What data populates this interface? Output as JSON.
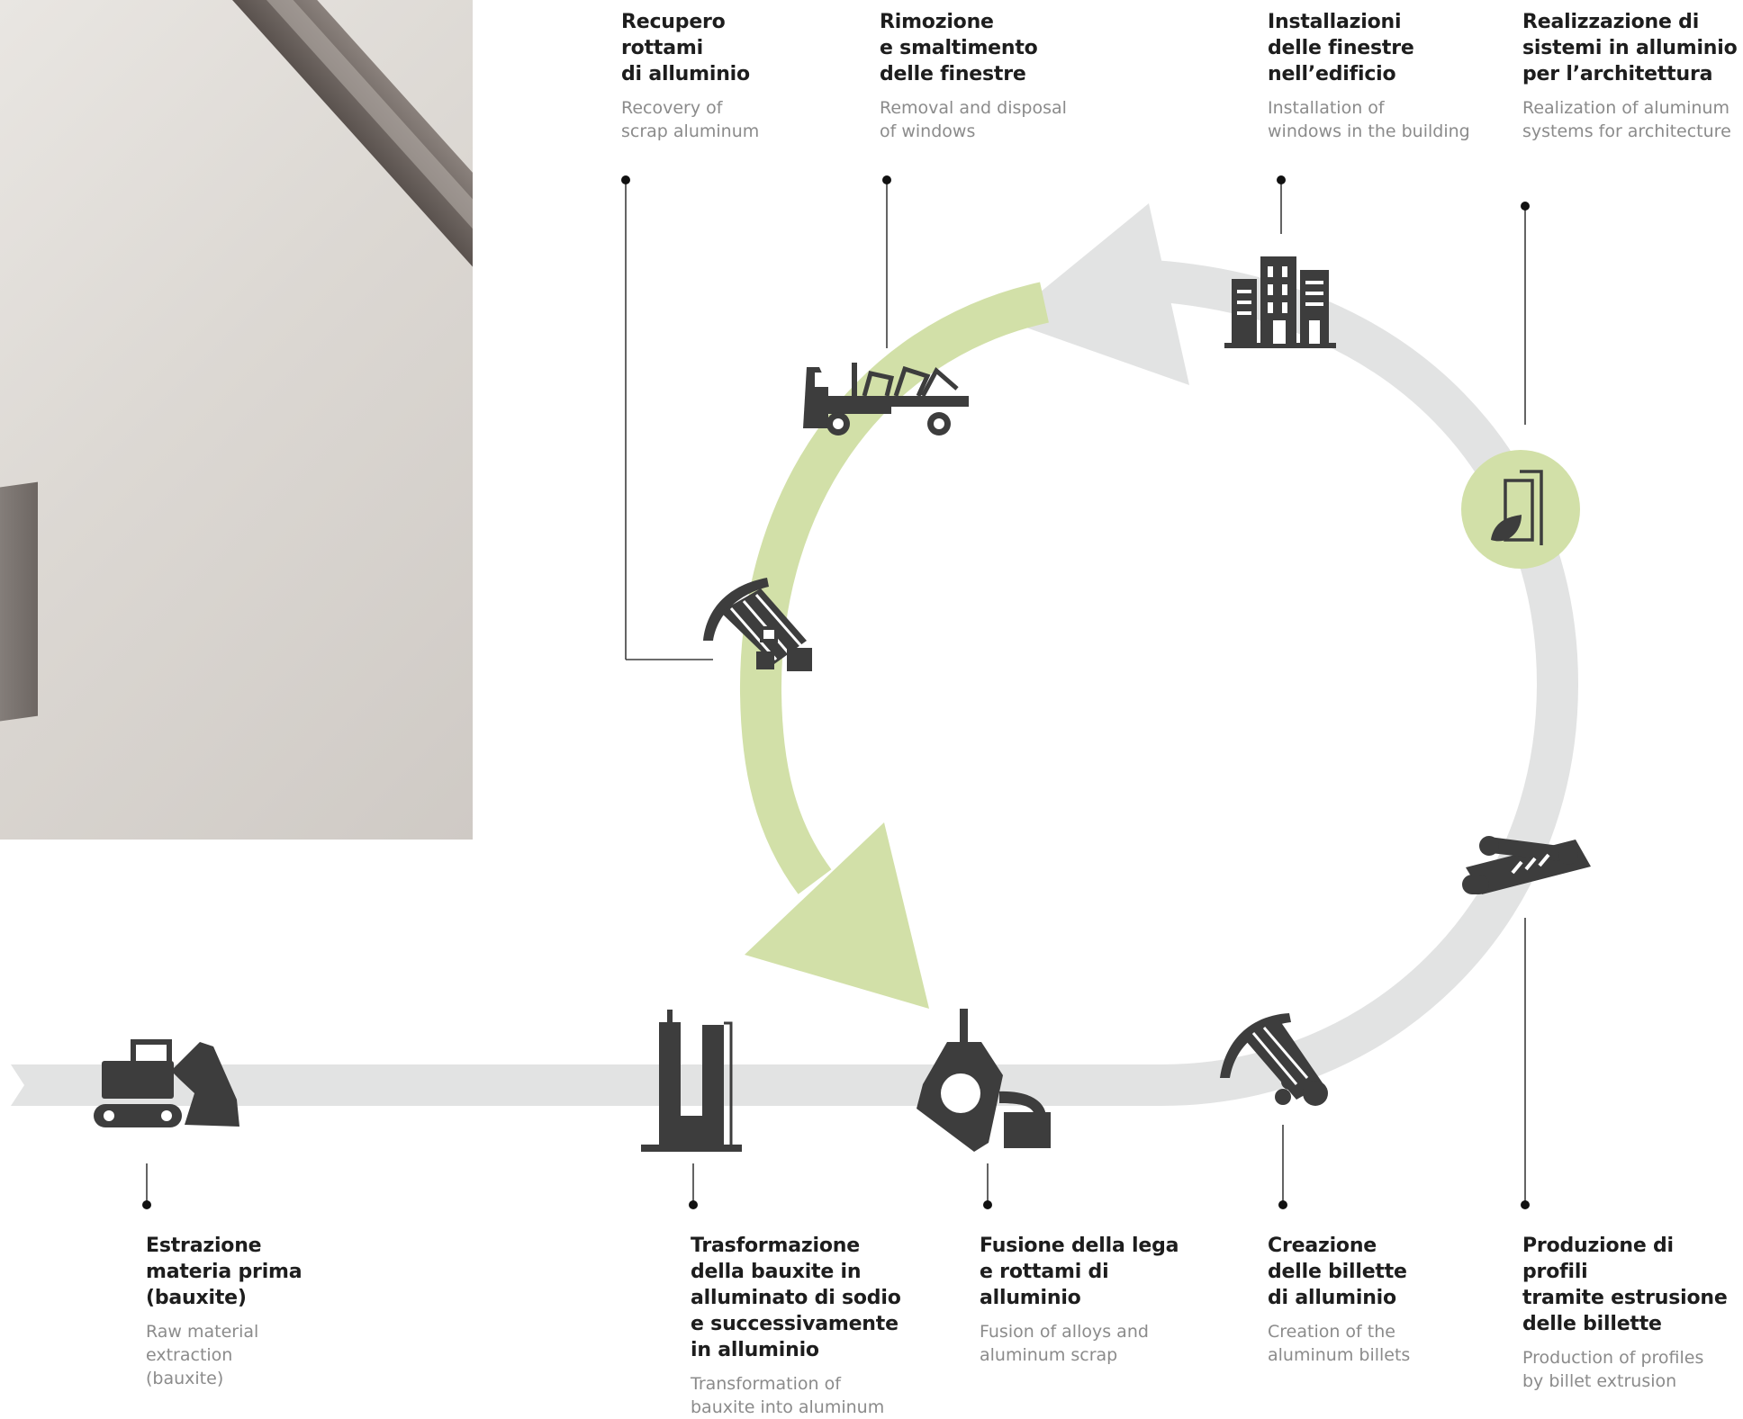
{
  "colors": {
    "accent_green": "#d2e0a8",
    "cycle_grey": "#e2e3e3",
    "icon_dark": "#3d3d3d",
    "label_bold": "#1d1d1d",
    "label_light": "#8b8b8b"
  },
  "steps": {
    "recovery": {
      "title": "Recupero\nrottami\ndi alluminio",
      "subtitle": "Recovery of\nscrap aluminum",
      "icon": "aluminum-bars-icon"
    },
    "removal": {
      "title": "Rimozione\ne smaltimento\ndelle finestre",
      "subtitle": "Removal and disposal\nof windows",
      "icon": "truck-icon"
    },
    "installation": {
      "title": "Installazioni\ndelle finestre\nnell’edificio",
      "subtitle": "Installation of\nwindows in the building",
      "icon": "building-icon"
    },
    "systems": {
      "title": "Realizzazione di\nsistemi in alluminio\nper l’architettura",
      "subtitle": "Realization of aluminum\nsystems for architecture",
      "icon": "window-leaf-icon"
    },
    "extraction": {
      "title": "Estrazione\nmateria prima\n(bauxite)",
      "subtitle": "Raw material\nextraction\n(bauxite)",
      "icon": "excavator-icon"
    },
    "transformation": {
      "title": "Trasformazione\ndella bauxite in\nalluminato di sodio\ne successivamente\nin alluminio",
      "subtitle": "Transformation of\nbauxite into aluminum",
      "icon": "refinery-icon"
    },
    "fusion": {
      "title": "Fusione della lega\ne rottami di\nalluminio",
      "subtitle": "Fusion of alloys and\naluminum scrap",
      "icon": "ladle-icon"
    },
    "billets": {
      "title": "Creazione\ndelle billette\ndi alluminio",
      "subtitle": "Creation of the\naluminum billets",
      "icon": "billets-icon"
    },
    "profiles": {
      "title": "Produzione di profili\ntramite estrusione\ndelle billette",
      "subtitle": "Production of profiles\nby billet extrusion",
      "icon": "extruded-profiles-icon"
    }
  }
}
